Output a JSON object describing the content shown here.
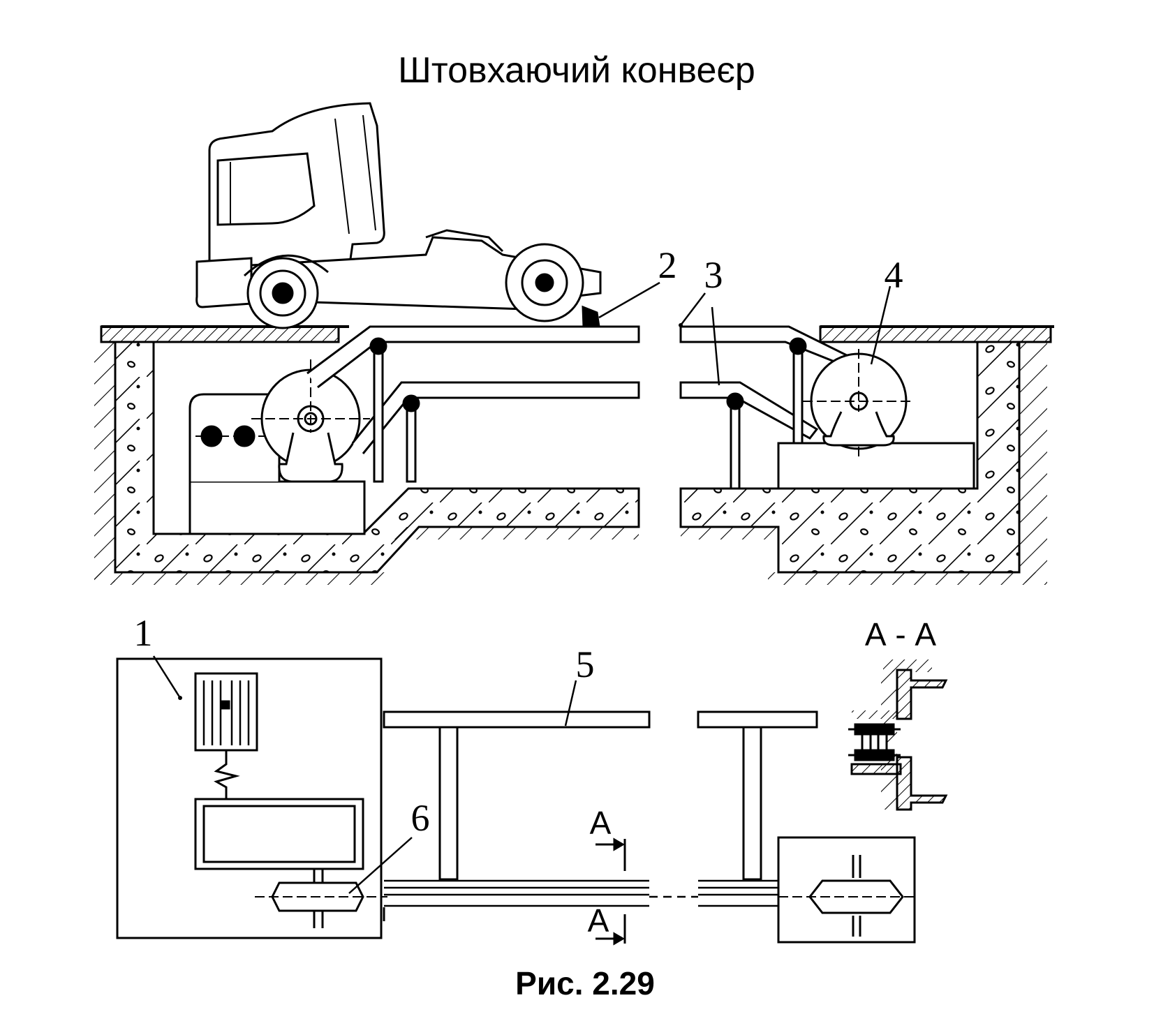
{
  "title": "Штовхаючий конвеєр",
  "caption": "Рис. 2.29",
  "callouts": {
    "c1": "1",
    "c2": "2",
    "c3": "3",
    "c4": "4",
    "c5": "5",
    "c6": "6"
  },
  "section": {
    "label": "А - А",
    "mark_top": "А",
    "mark_bottom": "А"
  }
}
